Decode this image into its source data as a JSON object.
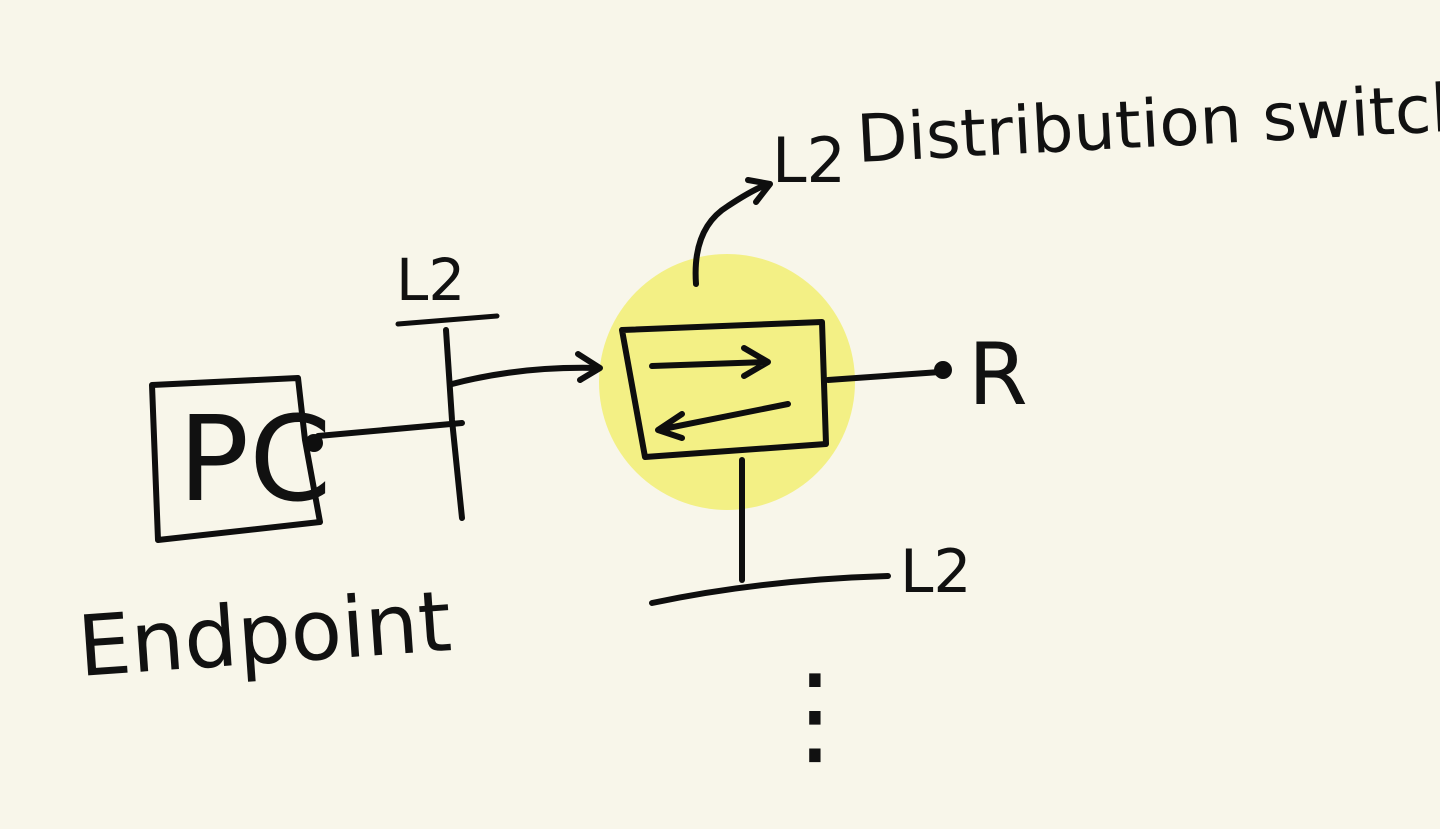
{
  "diagram": {
    "labels": {
      "pc": "PC",
      "endpoint": "Endpoint",
      "l2_left": "L2",
      "l2_top": "L2",
      "distribution_switch": "Distribution switch",
      "router": "R",
      "l2_bottom": "L2",
      "continuation": "⋮"
    },
    "colors": {
      "background": "#F8F6EA",
      "ink": "#0E0E0E",
      "highlight": "#F2F07A"
    }
  }
}
